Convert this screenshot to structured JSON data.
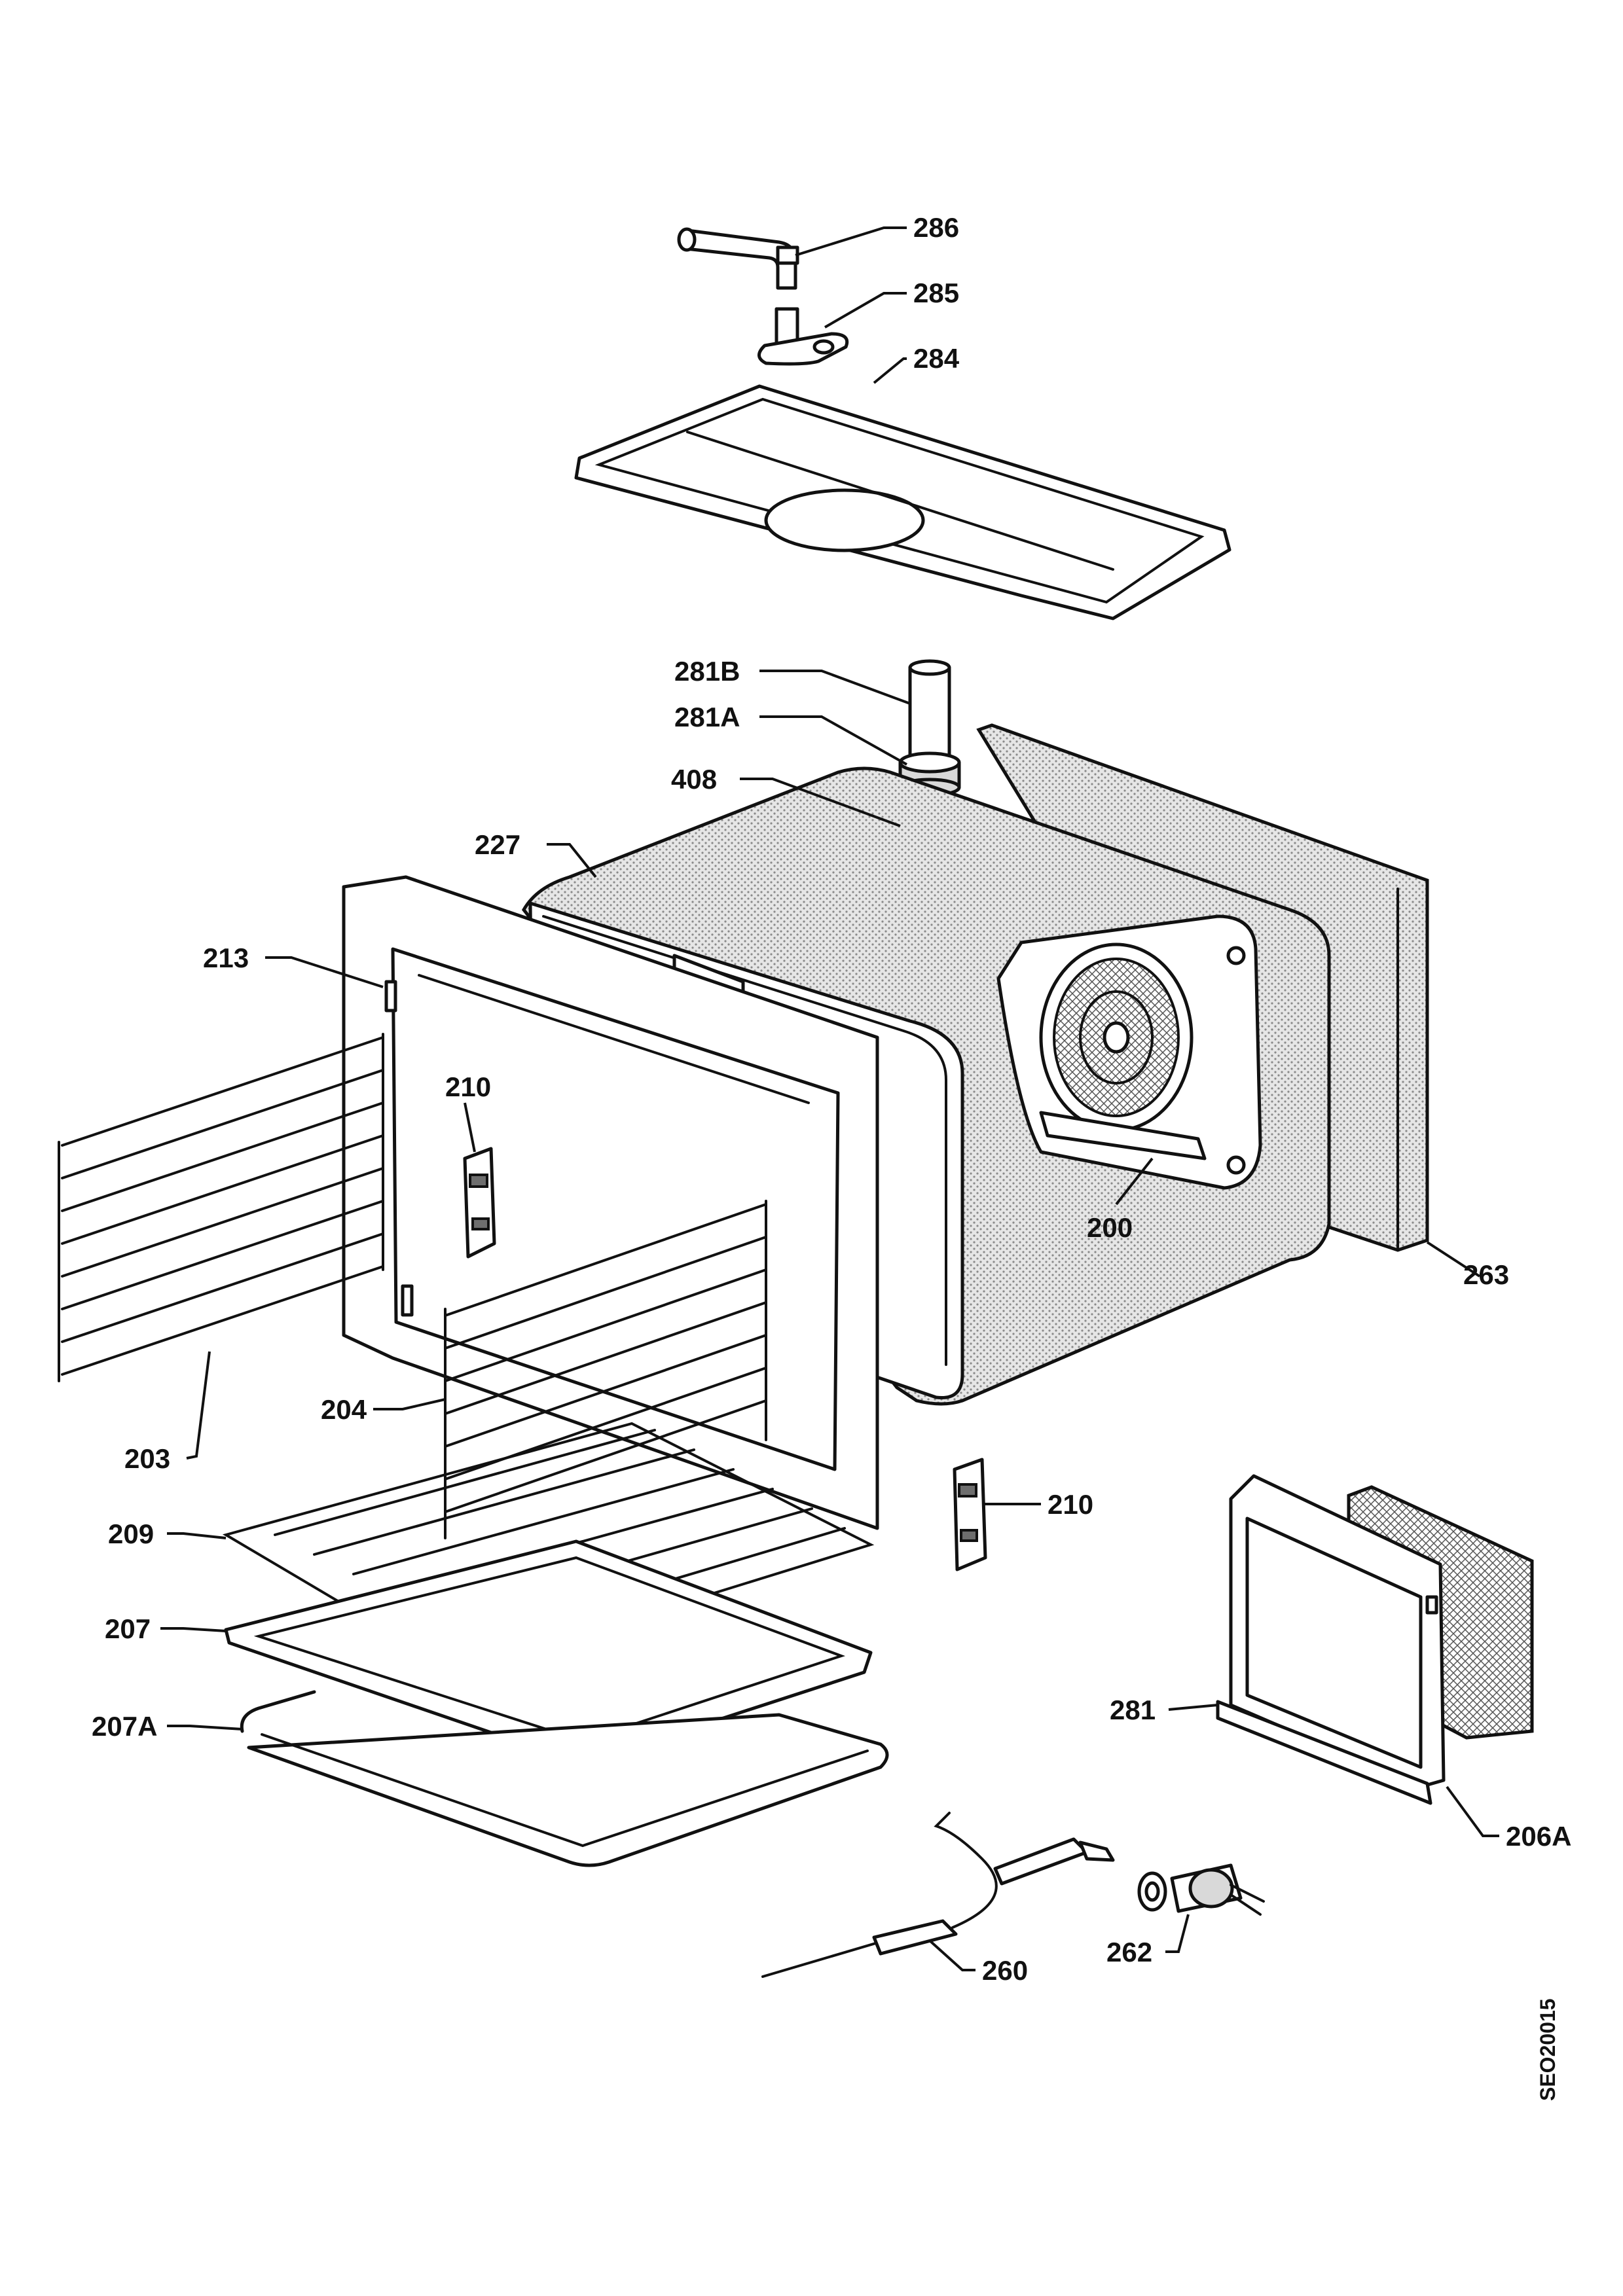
{
  "diagram": {
    "callouts": {
      "c286": "286",
      "c285": "285",
      "c284": "284",
      "c281B": "281B",
      "c281A": "281A",
      "c408": "408",
      "c227": "227",
      "c213": "213",
      "c210a": "210",
      "c200": "200",
      "c263": "263",
      "c204": "204",
      "c203": "203",
      "c210b": "210",
      "c209": "209",
      "c207": "207",
      "c207A": "207A",
      "c281": "281",
      "c206A": "206A",
      "c260": "260",
      "c262": "262"
    },
    "document_code": "SEO20015"
  }
}
